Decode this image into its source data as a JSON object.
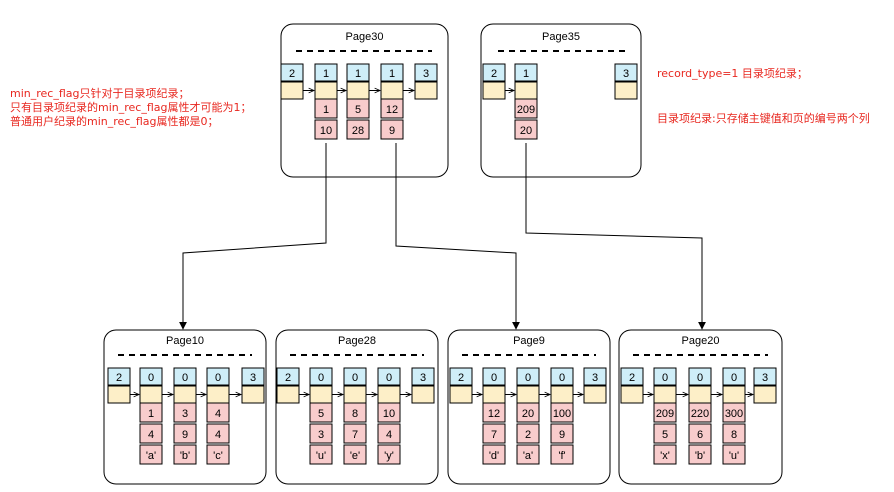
{
  "colors": {
    "header_fill": "#cfeef8",
    "record_fill": "#fdefc8",
    "data_fill": "#f8cccc",
    "stroke": "#000000",
    "note_text": "#e8271f"
  },
  "notes": {
    "min_rec_flag_lines": [
      "min_rec_flag只针对于目录项纪录；",
      "只有目录项纪录的min_rec_flag属性才可能为1；",
      "普通用户纪录的min_rec_flag属性都是0；"
    ],
    "record_type": "record_type=1 目录项纪录；",
    "directory_record": "目录项纪录:只存储主键值和页的编号两个列"
  },
  "pages": [
    {
      "id": "p30",
      "title": "Page30",
      "headers": [
        "2",
        "1",
        "1",
        "1",
        "3"
      ],
      "columns": [
        [
          "1",
          "10"
        ],
        [
          "5",
          "28"
        ],
        [
          "12",
          "9"
        ]
      ]
    },
    {
      "id": "p35",
      "title": "Page35",
      "headers": [
        "2",
        "1",
        "3"
      ],
      "columns": [
        [
          "209",
          "20"
        ]
      ]
    },
    {
      "id": "p10",
      "title": "Page10",
      "headers": [
        "2",
        "0",
        "0",
        "0",
        "3"
      ],
      "columns": [
        [
          "1",
          "4",
          "'a'"
        ],
        [
          "3",
          "9",
          "'b'"
        ],
        [
          "4",
          "4",
          "'c'"
        ]
      ]
    },
    {
      "id": "p28",
      "title": "Page28",
      "headers": [
        "2",
        "0",
        "0",
        "0",
        "3"
      ],
      "columns": [
        [
          "5",
          "3",
          "'u'"
        ],
        [
          "8",
          "7",
          "'e'"
        ],
        [
          "10",
          "4",
          "'y'"
        ]
      ]
    },
    {
      "id": "p9",
      "title": "Page9",
      "headers": [
        "2",
        "0",
        "0",
        "0",
        "3"
      ],
      "columns": [
        [
          "12",
          "7",
          "'d'"
        ],
        [
          "20",
          "2",
          "'a'"
        ],
        [
          "100",
          "9",
          "'f'"
        ]
      ]
    },
    {
      "id": "p20",
      "title": "Page20",
      "headers": [
        "2",
        "0",
        "0",
        "0",
        "3"
      ],
      "columns": [
        [
          "209",
          "5",
          "'x'"
        ],
        [
          "220",
          "6",
          "'b'"
        ],
        [
          "300",
          "8",
          "'u'"
        ]
      ]
    }
  ]
}
